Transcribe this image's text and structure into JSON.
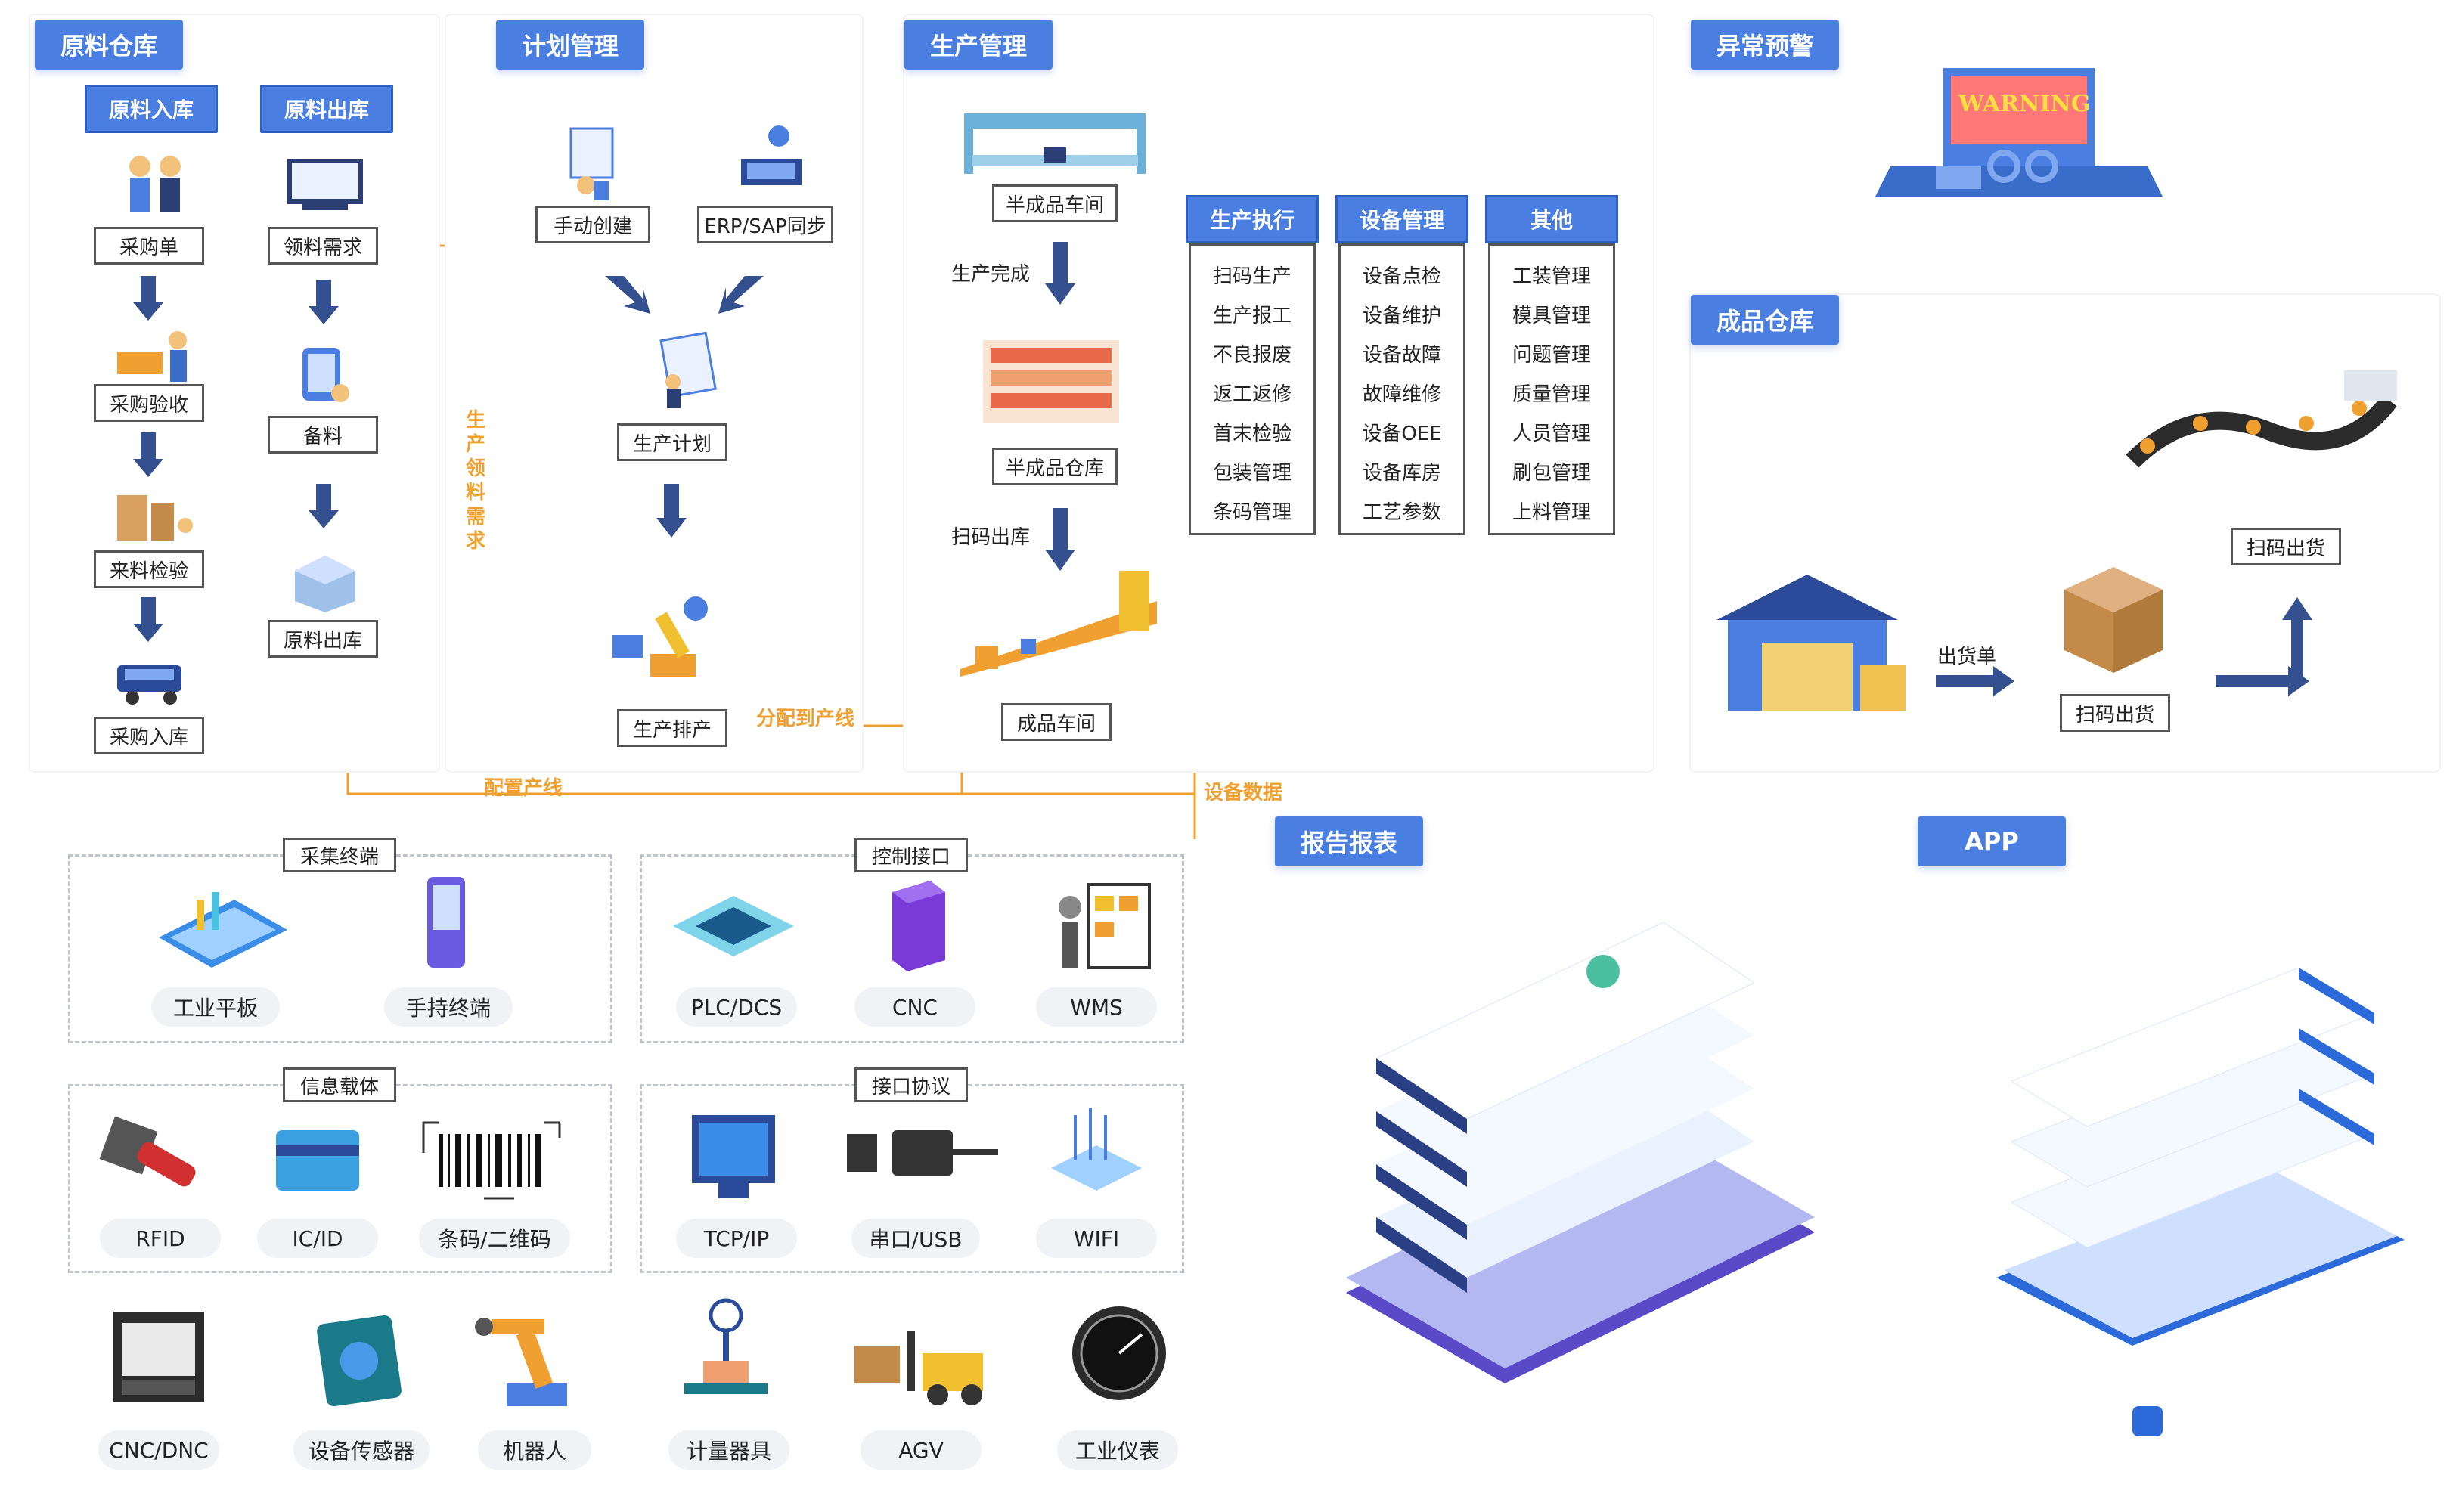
{
  "raw_warehouse": {
    "title": "原料仓库",
    "inbound_title": "原料入库",
    "outbound_title": "原料出库",
    "inbound_steps": [
      "采购单",
      "采购验收",
      "来料检验",
      "采购入库"
    ],
    "outbound_steps": [
      "领料需求",
      "备料",
      "原料出库"
    ]
  },
  "plan": {
    "title": "计划管理",
    "manual": "手动创建",
    "erp": "ERP/SAP同步",
    "plan": "生产计划",
    "schedule": "生产排产"
  },
  "production": {
    "title": "生产管理",
    "semi_workshop": "半成品车间",
    "done": "生产完成",
    "semi_store": "半成品仓库",
    "scan_out": "扫码出库",
    "finished_workshop": "成品车间"
  },
  "columns": [
    {
      "head": "生产执行",
      "items": [
        "扫码生产",
        "生产报工",
        "不良报废",
        "返工返修",
        "首末检验",
        "包装管理",
        "条码管理"
      ]
    },
    {
      "head": "设备管理",
      "items": [
        "设备点检",
        "设备维护",
        "设备故障",
        "故障维修",
        "设备OEE",
        "设备库房",
        "工艺参数"
      ]
    },
    {
      "head": "其他",
      "items": [
        "工装管理",
        "模具管理",
        "问题管理",
        "质量管理",
        "人员管理",
        "刷包管理",
        "上料管理"
      ]
    }
  ],
  "flows": {
    "v_label": "生产领料需求",
    "assign_line": "分配到产线",
    "config_line": "配置产线",
    "device_data": "设备数据"
  },
  "alarm": {
    "title": "异常预警",
    "sign": "WARNING"
  },
  "finished": {
    "title": "成品仓库",
    "scan_out_top": "扫码出货",
    "delivery": "出货单",
    "scan_out_bottom": "扫码出货"
  },
  "report": {
    "title": "报告报表"
  },
  "app": {
    "title": "APP"
  },
  "groups": {
    "collect": {
      "title": "采集终端",
      "items": [
        "工业平板",
        "手持终端"
      ]
    },
    "control": {
      "title": "控制接口",
      "items": [
        "PLC/DCS",
        "CNC",
        "WMS"
      ]
    },
    "info": {
      "title": "信息载体",
      "items": [
        "RFID",
        "IC/ID",
        "条码/二维码"
      ]
    },
    "protocol": {
      "title": "接口协议",
      "items": [
        "TCP/IP",
        "串口/USB",
        "WIFI"
      ]
    },
    "devices": {
      "items": [
        "CNC/DNC",
        "设备传感器",
        "机器人",
        "计量器具",
        "AGV",
        "工业仪表"
      ]
    }
  },
  "colors": {
    "accent": "#4a7ee0",
    "orange": "#f0a030",
    "arrow": "#34508f"
  }
}
